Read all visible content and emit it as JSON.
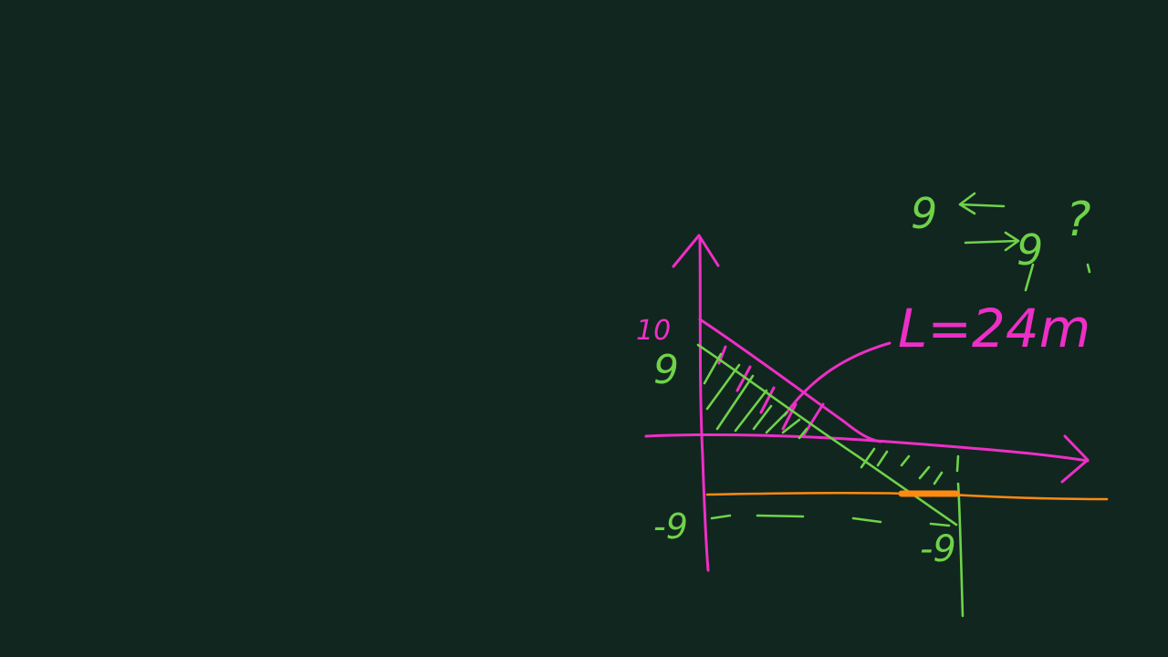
{
  "colors": {
    "background": "#11261f",
    "pink": "#ee2fc6",
    "green": "#6fd24a",
    "orange": "#ff8a12"
  },
  "labels": {
    "y_top": "10",
    "y_nine": "9",
    "neg_nine_left": "-9",
    "neg_nine_right": "-9",
    "length_eq": "L=24m",
    "top_right_a": "9",
    "top_right_b": "9",
    "question": "?"
  }
}
